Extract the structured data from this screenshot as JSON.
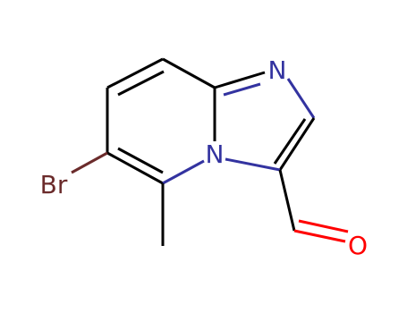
{
  "structure": {
    "atoms": {
      "nitrogen_imine": {
        "symbol": "N",
        "color": "#3333a0"
      },
      "nitrogen_bridgehead": {
        "symbol": "N",
        "color": "#3333a0"
      },
      "bromine": {
        "symbol": "Br",
        "color": "#6b2b2b"
      },
      "oxygen": {
        "symbol": "O",
        "color": "#ff0000"
      }
    },
    "bond_colors": {
      "carbon": "#000000",
      "nitrogen": "#3333a0",
      "bromine": "#6b2b2b",
      "oxygen": "#ff0000"
    }
  }
}
